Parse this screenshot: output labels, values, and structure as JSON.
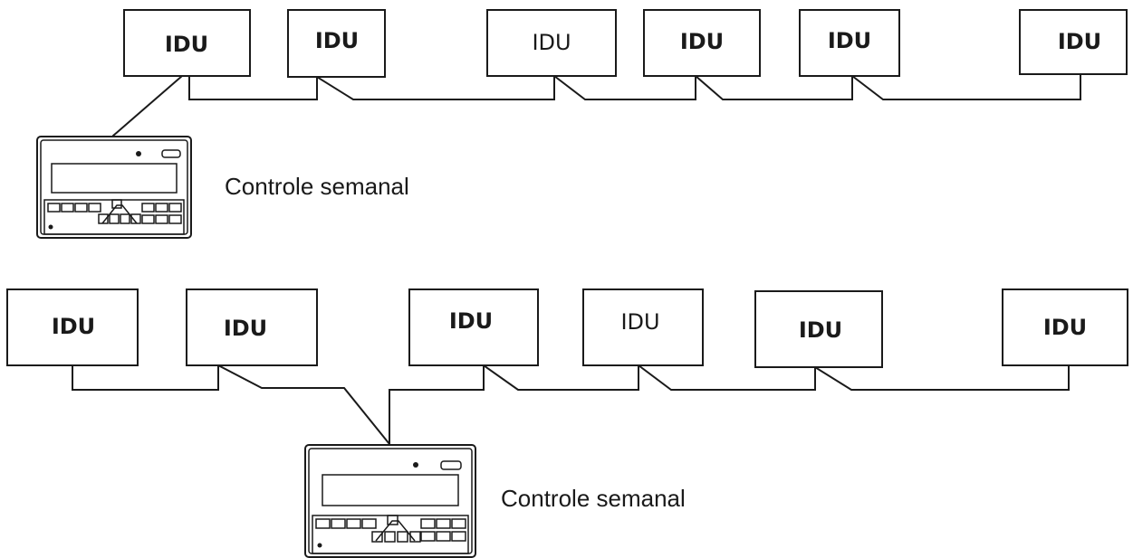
{
  "diagram_1": {
    "units": [
      {
        "label": "IDU",
        "bold": true
      },
      {
        "label": "IDU",
        "bold": true
      },
      {
        "label": "IDU",
        "bold": false
      },
      {
        "label": "IDU",
        "bold": true
      },
      {
        "label": "IDU",
        "bold": true
      },
      {
        "label": "IDU",
        "bold": true
      }
    ],
    "controller_caption": "Controle semanal"
  },
  "diagram_2": {
    "units": [
      {
        "label": "IDU",
        "bold": true
      },
      {
        "label": "IDU",
        "bold": true
      },
      {
        "label": "IDU",
        "bold": true
      },
      {
        "label": "IDU",
        "bold": false
      },
      {
        "label": "IDU",
        "bold": true
      },
      {
        "label": "IDU",
        "bold": true
      }
    ],
    "controller_caption": "Controle semanal"
  }
}
